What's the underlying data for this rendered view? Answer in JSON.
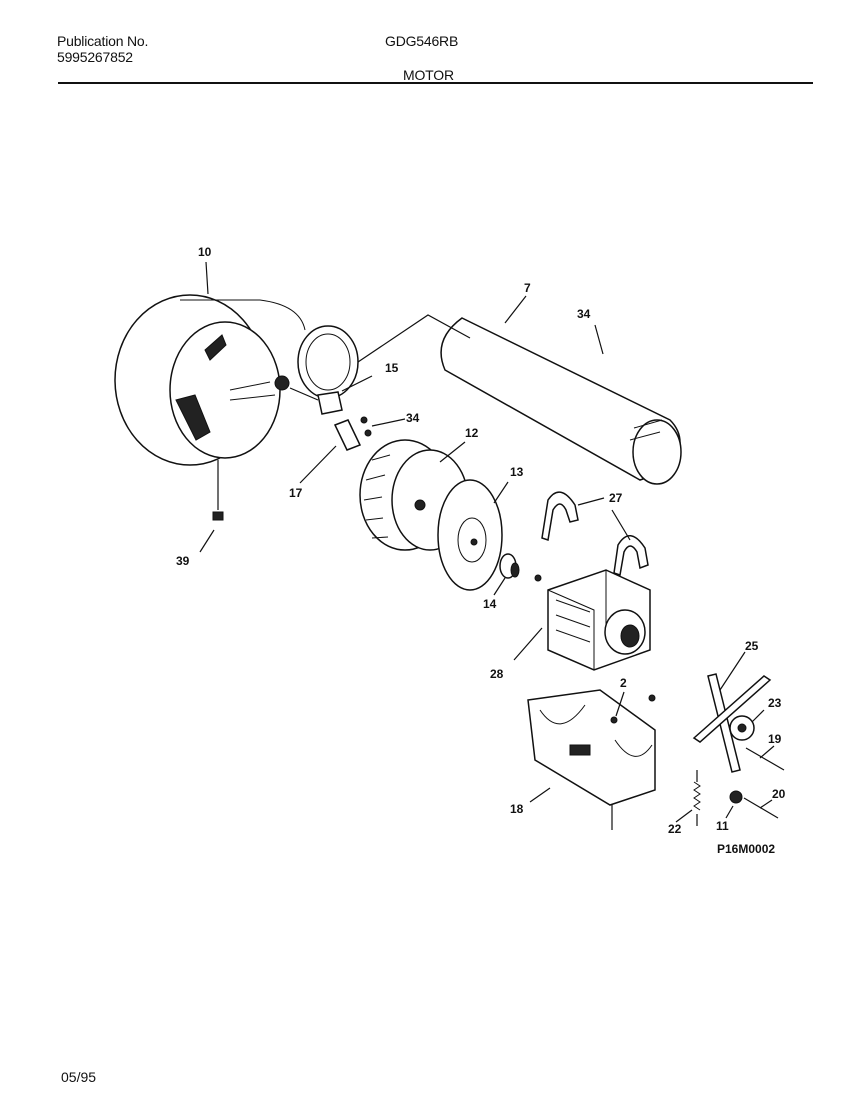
{
  "header": {
    "publication_label": "Publication No.",
    "publication_number": "5995267852",
    "model": "GDG546RB",
    "section": "MOTOR"
  },
  "footer": {
    "date": "05/95"
  },
  "diagram": {
    "figure_id": "P16M0002",
    "callouts": {
      "blower_housing": "10",
      "exhaust_duct": "7",
      "screw_duct": "34",
      "bracket_15": "15",
      "screw_34b": "34",
      "blower_wheel": "12",
      "bracket_17": "17",
      "screw_39": "39",
      "blower_plate": "13",
      "clamp_27": "27",
      "washer_14": "14",
      "motor": "28",
      "idler_arm": "25",
      "pulley_23": "23",
      "screw_19": "19",
      "screw_2": "2",
      "motor_mount": "18",
      "spring_22": "22",
      "nut_11": "11",
      "screw_20": "20"
    }
  }
}
